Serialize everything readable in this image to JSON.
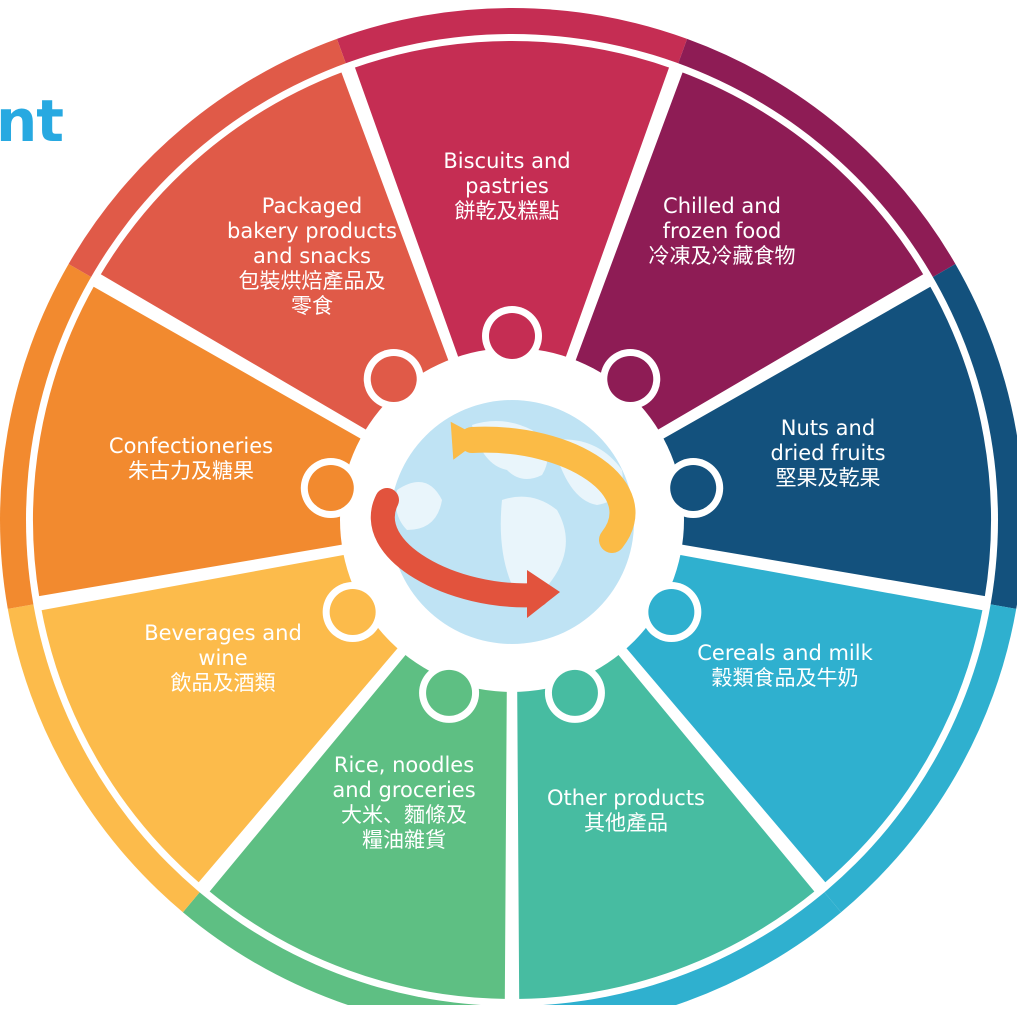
{
  "heading": {
    "visible_text": "nt",
    "color": "#27a9e1"
  },
  "categories": [
    {
      "id": "biscuits",
      "en": [
        "Biscuits and",
        "pastries"
      ],
      "zh": [
        "餅乾及糕點"
      ],
      "inner_color": "#c52d53",
      "outer_color": "#c52d53"
    },
    {
      "id": "chilled",
      "en": [
        "Chilled and",
        "frozen food"
      ],
      "zh": [
        "冷凍及冷藏食物"
      ],
      "inner_color": "#8e1c55",
      "outer_color": "#8e1c55"
    },
    {
      "id": "nuts",
      "en": [
        "Nuts and",
        "dried fruits"
      ],
      "zh": [
        "堅果及乾果"
      ],
      "inner_color": "#13517d",
      "outer_color": "#13517d"
    },
    {
      "id": "cereals",
      "en": [
        "Cereals and milk"
      ],
      "zh": [
        "穀類食品及牛奶"
      ],
      "inner_color": "#2fb0cf",
      "outer_color": "#2fb0cf"
    },
    {
      "id": "other",
      "en": [
        "Other products"
      ],
      "zh": [
        "其他產品"
      ],
      "inner_color": "#47bca1",
      "outer_color": "#2fb0cf"
    },
    {
      "id": "rice",
      "en": [
        "Rice, noodles",
        "and groceries"
      ],
      "zh": [
        "大米、麵條及",
        "糧油雜貨"
      ],
      "inner_color": "#5ebf83",
      "outer_color": "#5ebf83"
    },
    {
      "id": "beverages",
      "en": [
        "Beverages and",
        "wine"
      ],
      "zh": [
        "飲品及酒類"
      ],
      "inner_color": "#fcbb4b",
      "outer_color": "#fcbb4b"
    },
    {
      "id": "confectioneries",
      "en": [
        "Confectioneries"
      ],
      "zh": [
        "朱古力及糖果"
      ],
      "inner_color": "#f28a2f",
      "outer_color": "#f28a2f"
    },
    {
      "id": "packaged",
      "en": [
        "Packaged",
        "bakery products",
        "and snacks"
      ],
      "zh": [
        "包裝烘焙產品及",
        "零食"
      ],
      "inner_color": "#e05a48",
      "outer_color": "#e05a48"
    }
  ],
  "center": {
    "globe_color": "#bfe3f4",
    "land_color": "#e9f5fb",
    "arrow_top_color": "#fbbb46",
    "arrow_bottom_color": "#e2533d"
  }
}
